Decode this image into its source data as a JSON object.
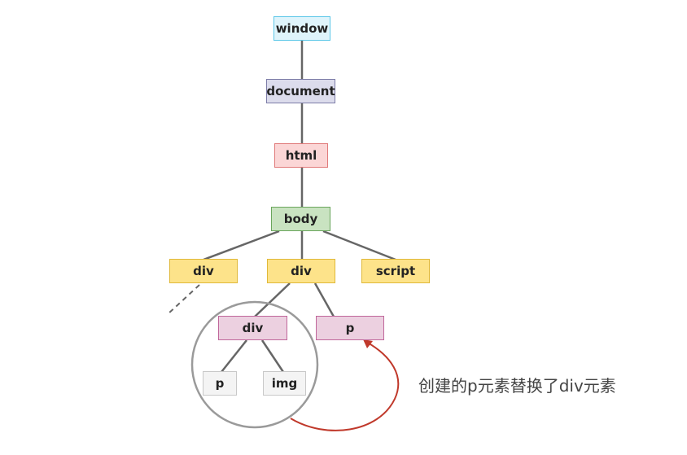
{
  "nodes": {
    "window": "window",
    "document": "document",
    "html": "html",
    "body": "body",
    "div1": "div",
    "div2": "div",
    "script": "script",
    "div_old": "div",
    "p_new": "p",
    "p_child": "p",
    "img": "img"
  },
  "caption": "创建的p元素替换了div元素",
  "colors": {
    "edge": "#666666",
    "circle": "#9a9a9a",
    "arrow": "#c0392b"
  }
}
